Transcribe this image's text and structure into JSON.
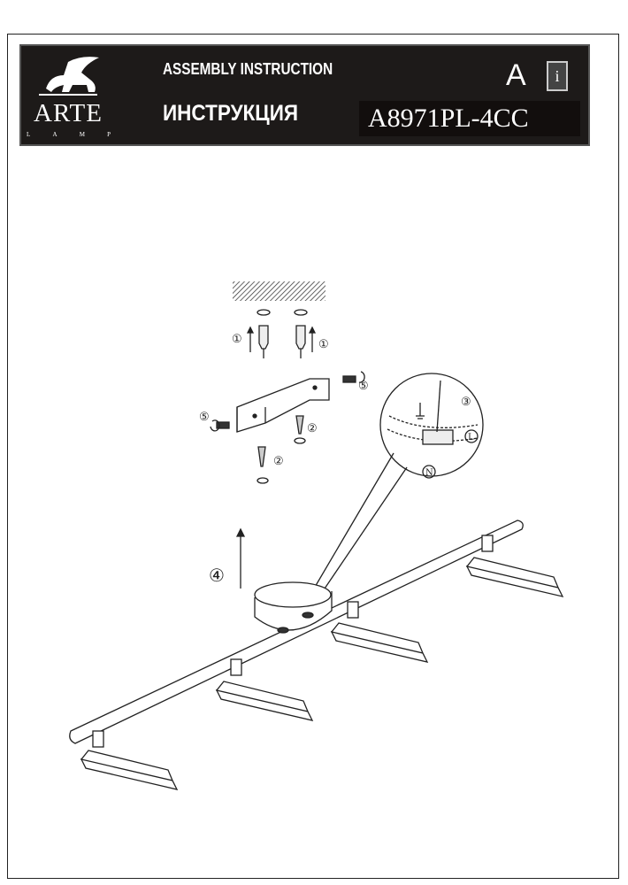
{
  "header": {
    "brand_name": "ARTE",
    "brand_sub": [
      "L",
      "A",
      "M",
      "P"
    ],
    "title_en": "ASSEMBLY INSTRUCTION",
    "title_ru": "ИНСТРУКЦИЯ",
    "model": "A8971PL-4CC",
    "language_badge": "A",
    "info_icon_text": "i"
  },
  "diagram": {
    "step_labels": {
      "anchor_left": "①",
      "anchor_right": "①",
      "screw_a": "②",
      "screw_b": "②",
      "screwdriver": "③",
      "lift": "④",
      "bolt_left": "⑤",
      "bolt_right": "⑤"
    },
    "terminal_labels": {
      "live": "L",
      "neutral": "N"
    }
  }
}
